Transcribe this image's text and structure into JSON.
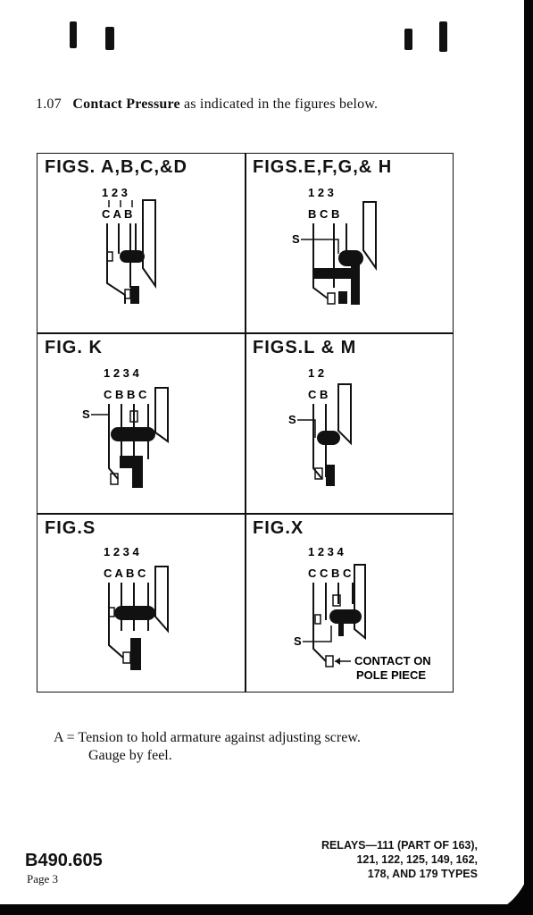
{
  "section": {
    "number": "1.07",
    "title": "Contact Pressure",
    "text": "as indicated in the figures below."
  },
  "figures": [
    {
      "title": "FIGS. A,B,C,&D",
      "numbers": "1 2 3",
      "letters": "C A B"
    },
    {
      "title": "FIGS.E,F,G,& H",
      "numbers": "1   2 3",
      "letters": "B  C B",
      "s_label": "S"
    },
    {
      "title": "FIG. K",
      "numbers": "1 2 3 4",
      "letters": "C B B C",
      "s_label": "S"
    },
    {
      "title": "FIGS.L & M",
      "numbers": "1 2",
      "letters": "C B",
      "s_label": "S"
    },
    {
      "title": "FIG.S",
      "numbers": "1 2 3 4",
      "letters": "C A B C"
    },
    {
      "title": "FIG.X",
      "numbers": "1 2 3 4",
      "letters": "C C B C",
      "s_label": "S",
      "callout_line1": "CONTACT ON",
      "callout_line2": "POLE PIECE"
    }
  ],
  "note": {
    "line1": "A = Tension to hold armature against adjusting screw.",
    "line2": "Gauge by feel."
  },
  "footer": {
    "doc_number": "B490.605",
    "page": "Page 3",
    "relays_line1": "RELAYS—111 (PART OF 163),",
    "relays_line2": "121, 122, 125, 149, 162,",
    "relays_line3": "178, AND 179 TYPES"
  }
}
